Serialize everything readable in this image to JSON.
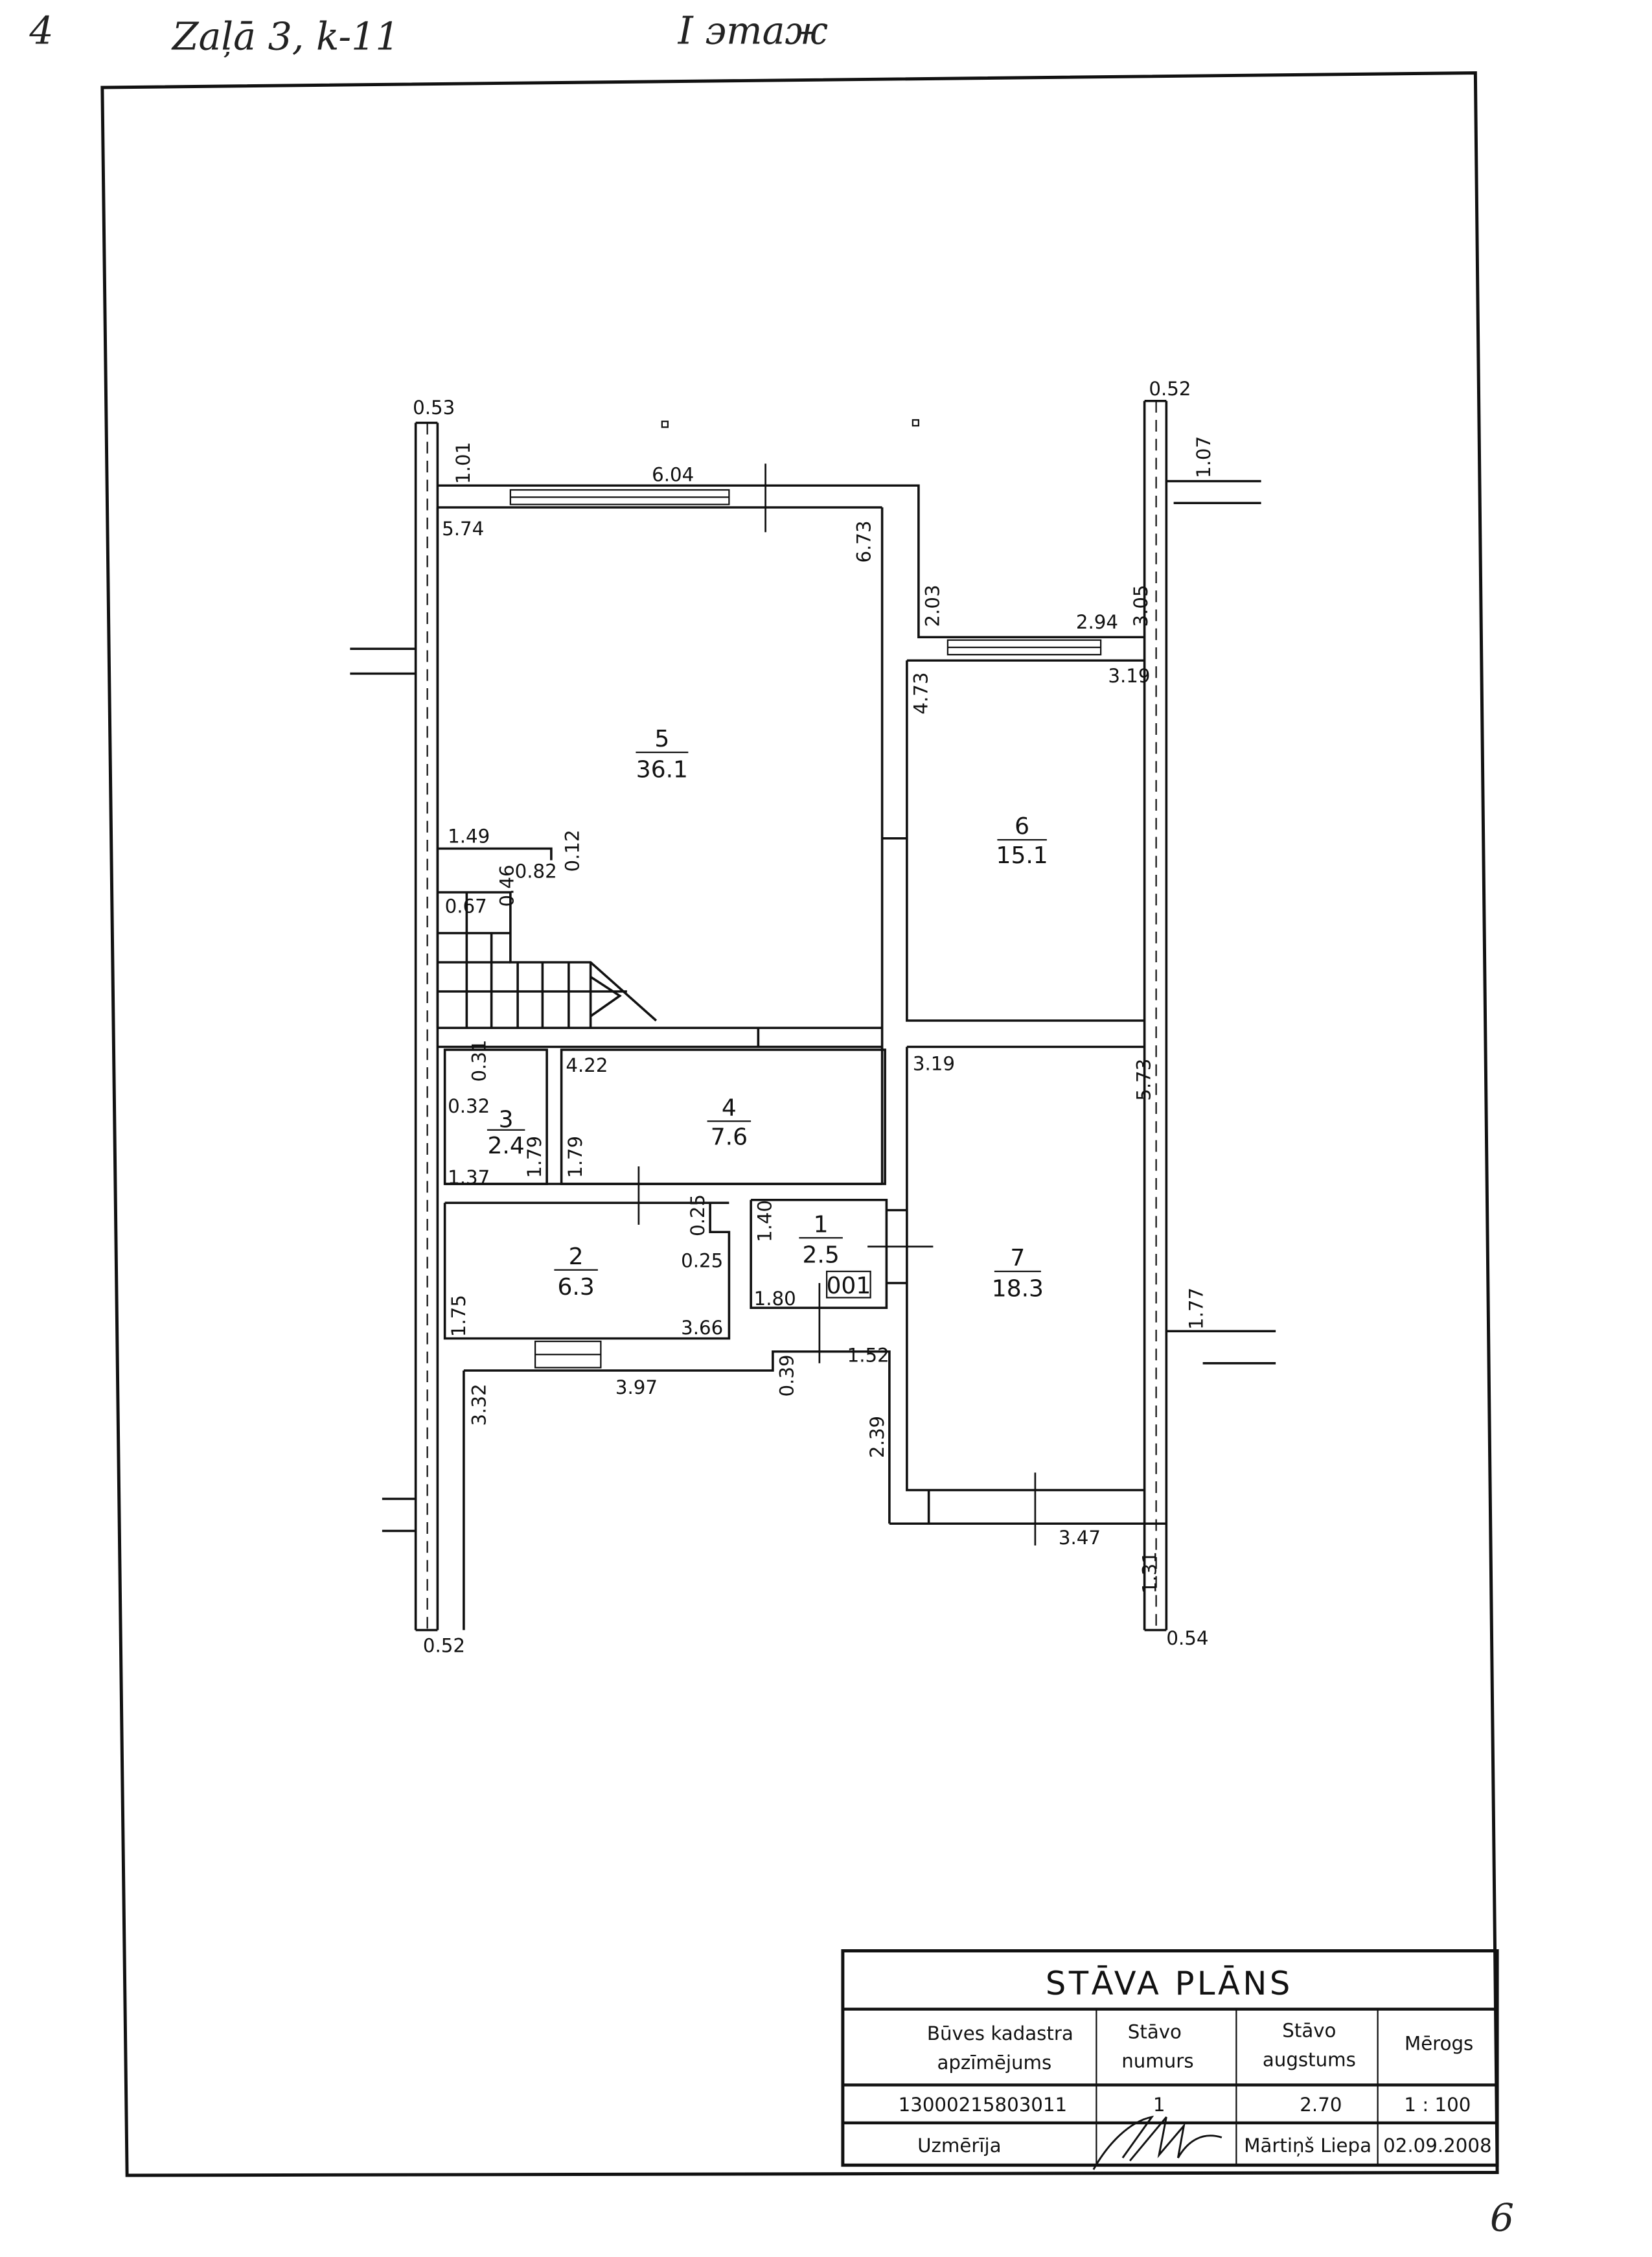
{
  "handwriting": {
    "page_number": "4",
    "address": "Zaļā 3, k-11",
    "floor": "I этаж",
    "corner_mark": "6"
  },
  "rooms": [
    {
      "number": "5",
      "area": "36.1"
    },
    {
      "number": "6",
      "area": "15.1"
    },
    {
      "number": "4",
      "area": "7.6"
    },
    {
      "number": "3",
      "area": "2.4"
    },
    {
      "number": "2",
      "area": "6.3"
    },
    {
      "number": "1",
      "area": "2.5"
    },
    {
      "number": "7",
      "area": "18.3"
    }
  ],
  "room1_code": "001",
  "dims": [
    "0.53",
    "1.01",
    "6.04",
    "5.74",
    "6.73",
    "0.52",
    "1.07",
    "2.03",
    "2.94",
    "3.05",
    "4.73",
    "3.19",
    "1.49",
    "0.12",
    "0.46",
    "0.82",
    "0.67",
    "4.22",
    "3.19",
    "5.73",
    "0.31",
    "0.32",
    "1.79",
    "1.37",
    "1.79",
    "0.25",
    "1.40",
    "0.25",
    "1.80",
    "1.75",
    "3.66",
    "1.77",
    "3.97",
    "0.39",
    "1.52",
    "3.32",
    "2.39",
    "3.47",
    "1.31",
    "0.52",
    "0.54"
  ],
  "title_block": {
    "title": "STĀVA PLĀNS",
    "col1_label_a": "Būves kadastra",
    "col1_label_b": "apzīmējums",
    "col2_label_a": "Stāvo",
    "col2_label_b": "numurs",
    "col3_label_a": "Stāvo",
    "col3_label_b": "augstums",
    "col4_label": "Mērogs",
    "cadastral": "13000215803011",
    "floor_number": "1",
    "floor_height": "2.70",
    "scale": "1 : 100",
    "measured_label": "Uzmērīja",
    "surveyor": "Mārtiņš Liepa",
    "date": "02.09.2008"
  }
}
